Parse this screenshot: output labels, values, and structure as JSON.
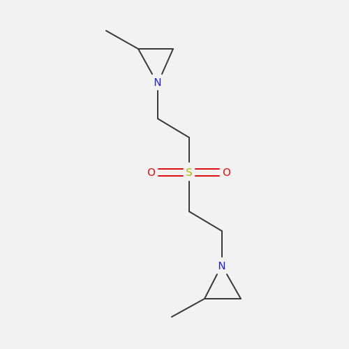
{
  "structure": {
    "atoms": {
      "n_top": "N",
      "s_center": "S",
      "o_left": "O",
      "o_right": "O",
      "n_bottom": "N"
    }
  },
  "colors": {
    "background": "#f2f2f2",
    "carbon": "#3a3a3a",
    "nitrogen": "#1f1fd6",
    "sulfur": "#b5b500",
    "oxygen": "#e01010"
  }
}
